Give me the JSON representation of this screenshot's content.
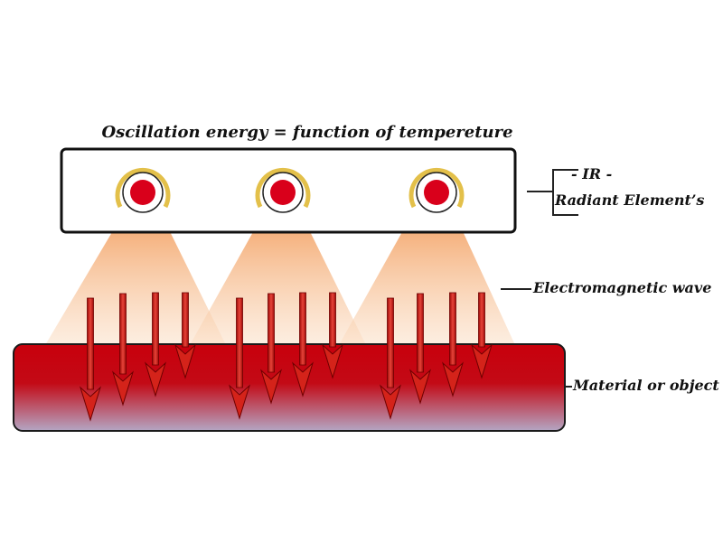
{
  "title": "Oscillation energy = function of tempereture",
  "labels": {
    "ir": "- IR -",
    "radiant_elements": "Radiant Element’s",
    "wave": "Electromagnetic wave",
    "material": "Material or object"
  },
  "colors": {
    "material_top": "#c4000b",
    "material_bottom": "#b59ab8",
    "beam": "#f2b07a",
    "arrow": "#c41a10",
    "element_red": "#d9001b",
    "element_ring": "#e0b83a"
  },
  "element_count": 3,
  "arrows_per_element": 4
}
